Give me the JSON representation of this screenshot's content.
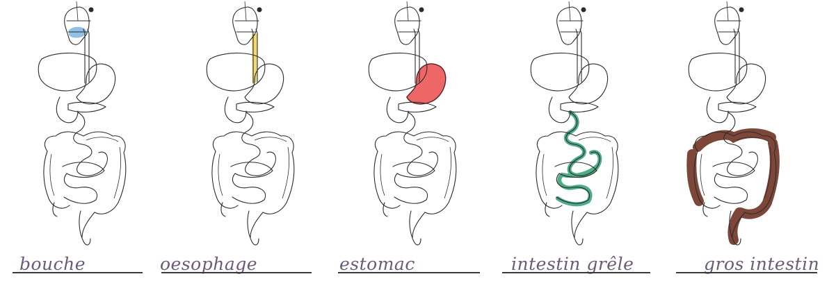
{
  "worksheet": {
    "panels": [
      {
        "label": "bouche",
        "highlight": "mouth",
        "color": "#7fb5e0"
      },
      {
        "label": "oesophage",
        "highlight": "esophagus",
        "color": "#f2d35a"
      },
      {
        "label": "estomac",
        "highlight": "stomach",
        "color": "#ec4c4c"
      },
      {
        "label": "intestin grêle",
        "highlight": "small-intestine",
        "color": "#2f9e72"
      },
      {
        "label": "gros intestin",
        "highlight": "large-intestine",
        "color": "#6e3323"
      }
    ],
    "line_color": "#2b2b2b",
    "label_color": "#6c5a7a"
  }
}
